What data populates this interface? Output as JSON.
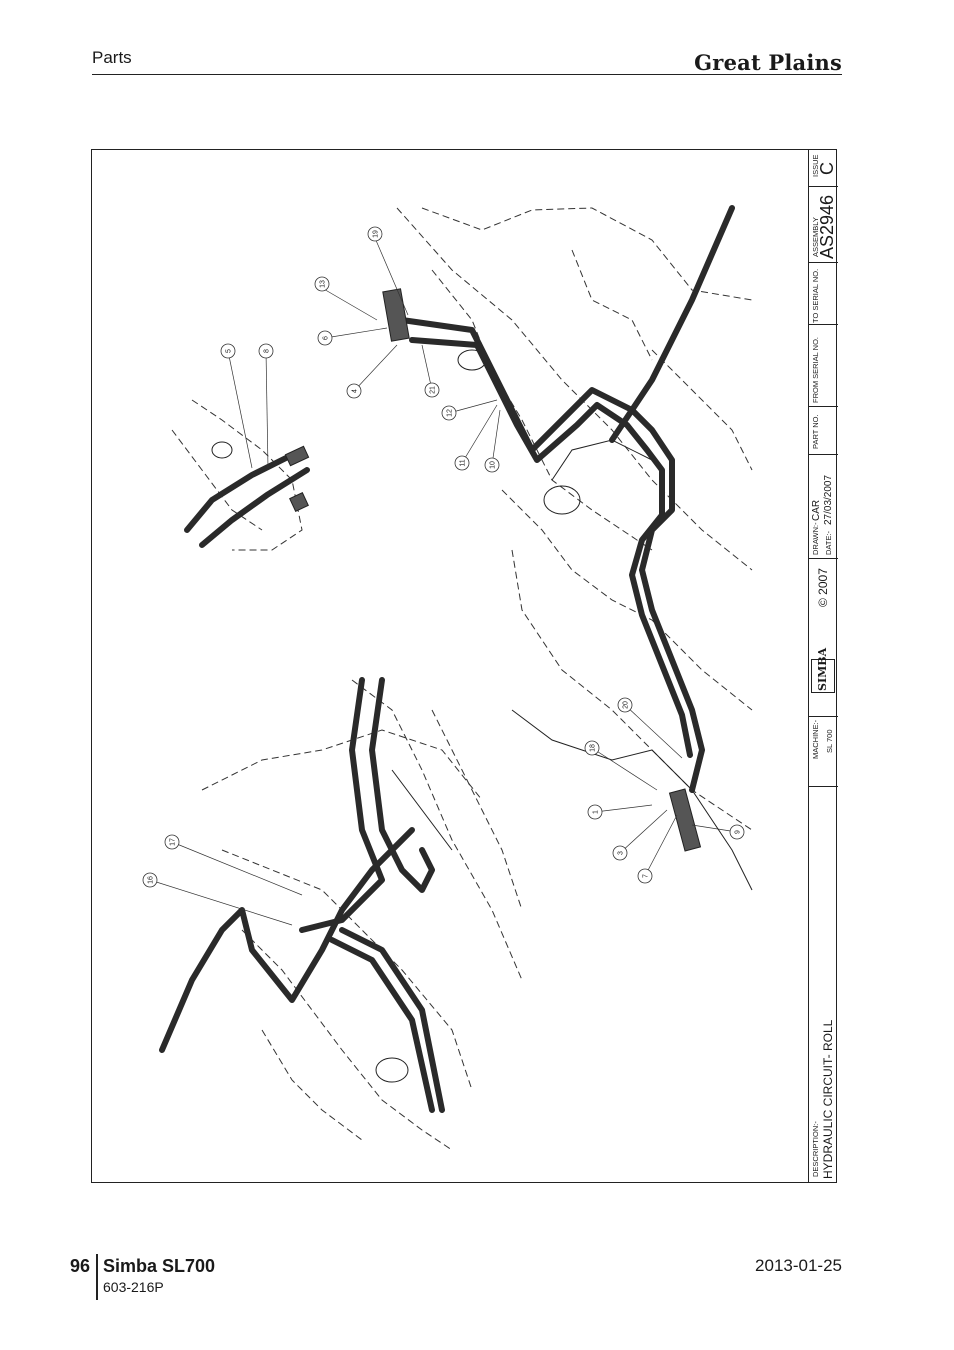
{
  "header": {
    "section": "Parts",
    "brand": "Great Plains"
  },
  "titleblock": {
    "issue_label": "ISSUE",
    "issue_value": "C",
    "assembly_label": "ASSEMBLY",
    "assembly_value": "AS2946",
    "to_serial_label": "TO SERIAL NO.",
    "from_serial_label": "FROM SERIAL NO.",
    "part_no_label": "PART NO.",
    "drawn_label": "DRAWN:-",
    "drawn_value": "CAR",
    "date_label": "DATE:-",
    "date_value": "27/03/2007",
    "logo_text": "SIMBA",
    "copyright": "© 2007",
    "machine_label": "MACHINE:-",
    "machine_value": "SL 700",
    "description_label": "DESCRIPTION:-",
    "description_value": "HYDRAULIC CIRCUIT- ROLL"
  },
  "callouts": [
    "19",
    "13",
    "6",
    "4",
    "21",
    "12",
    "11",
    "10",
    "5",
    "8",
    "20",
    "18",
    "1",
    "3",
    "7",
    "9",
    "17",
    "16"
  ],
  "footer": {
    "page": "96",
    "product": "Simba SL700",
    "code": "603-216P",
    "date": "2013-01-25"
  }
}
